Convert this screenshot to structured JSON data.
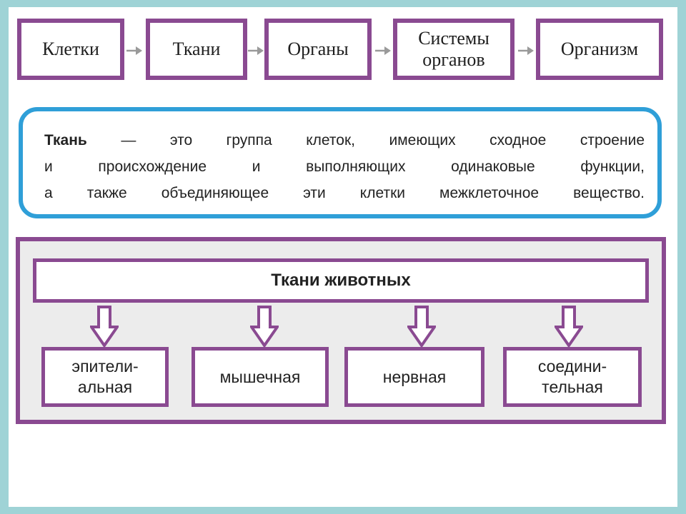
{
  "flow": {
    "steps": [
      "Клетки",
      "Ткани",
      "Органы",
      "Системы органов",
      "Организм"
    ]
  },
  "definition": {
    "term": "Ткань",
    "line1_rest": " — это группа клеток, имеющих сходное строение",
    "line2": "и происхождение и выполняющих одинаковые функции,",
    "line3": "а также объединяющее эти клетки межклеточное вещество."
  },
  "animal_tissues": {
    "title": "Ткани животных",
    "types": [
      {
        "line1": "эпители-",
        "line2": "альная"
      },
      {
        "line1": "мышечная",
        "line2": ""
      },
      {
        "line1": "нервная",
        "line2": ""
      },
      {
        "line1": "соедини-",
        "line2": "тельная"
      }
    ]
  },
  "colors": {
    "box_border": "#8a4a91",
    "definition_border": "#2f9fd8",
    "background_frame": "#9fd3d6",
    "arrow": "#9a9a9a"
  }
}
